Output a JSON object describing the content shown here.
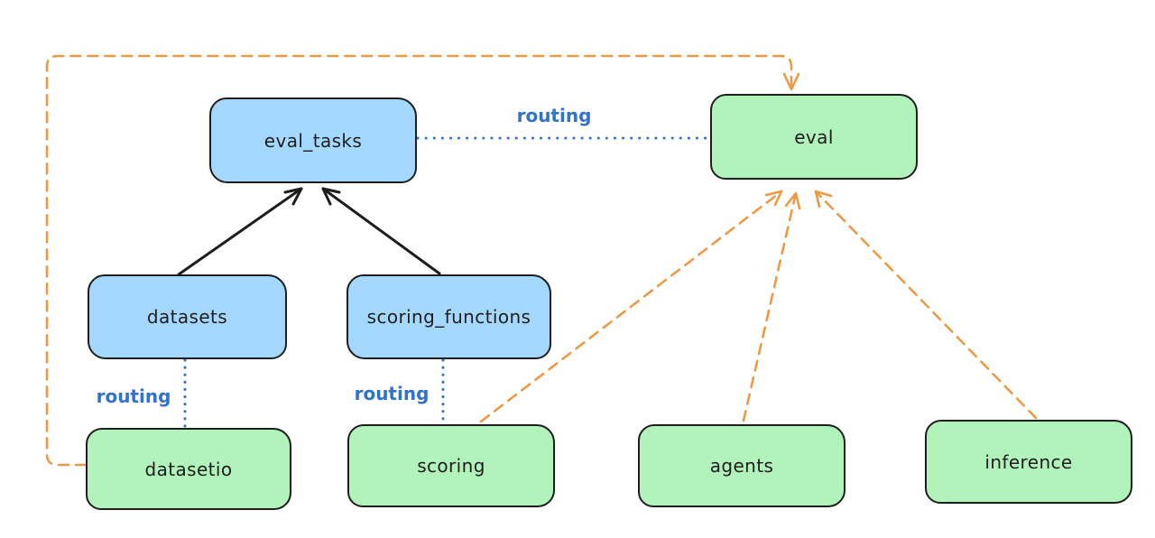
{
  "diagram": {
    "nodes": {
      "eval_tasks": {
        "label": "eval_tasks",
        "color_group": "blue"
      },
      "eval": {
        "label": "eval",
        "color_group": "green"
      },
      "datasets": {
        "label": "datasets",
        "color_group": "blue"
      },
      "scoring_functions": {
        "label": "scoring_functions",
        "color_group": "blue"
      },
      "datasetio": {
        "label": "datasetio",
        "color_group": "green"
      },
      "scoring": {
        "label": "scoring",
        "color_group": "green"
      },
      "agents": {
        "label": "agents",
        "color_group": "green"
      },
      "inference": {
        "label": "inference",
        "color_group": "green"
      }
    },
    "routing_labels": {
      "top": "routing",
      "datasets_io": "routing",
      "scoring_fn": "routing"
    },
    "edges": [
      {
        "from": "datasets",
        "to": "eval_tasks",
        "style": "solid",
        "color": "black",
        "arrowhead": true
      },
      {
        "from": "scoring_functions",
        "to": "eval_tasks",
        "style": "solid",
        "color": "black",
        "arrowhead": true
      },
      {
        "from": "eval_tasks",
        "to": "eval",
        "style": "dotted",
        "color": "blue",
        "arrowhead": false,
        "label": "routing"
      },
      {
        "from": "datasets",
        "to": "datasetio",
        "style": "dotted",
        "color": "blue",
        "arrowhead": false,
        "label": "routing"
      },
      {
        "from": "scoring_functions",
        "to": "scoring",
        "style": "dotted",
        "color": "blue",
        "arrowhead": false,
        "label": "routing"
      },
      {
        "from": "datasetio",
        "to": "eval",
        "style": "dashed",
        "color": "orange",
        "arrowhead": true
      },
      {
        "from": "scoring",
        "to": "eval",
        "style": "dashed",
        "color": "orange",
        "arrowhead": true
      },
      {
        "from": "agents",
        "to": "eval",
        "style": "dashed",
        "color": "orange",
        "arrowhead": true
      },
      {
        "from": "inference",
        "to": "eval",
        "style": "dashed",
        "color": "orange",
        "arrowhead": true
      }
    ],
    "colors": {
      "blue_node_fill": "#a5d8ff",
      "green_node_fill": "#b2f2bb",
      "node_stroke": "#1e1e1e",
      "routing_blue": "#3273c8",
      "provider_orange": "#ed9a47",
      "solid_arrow_black": "#1e1e1e",
      "background": "#ffffff"
    }
  }
}
